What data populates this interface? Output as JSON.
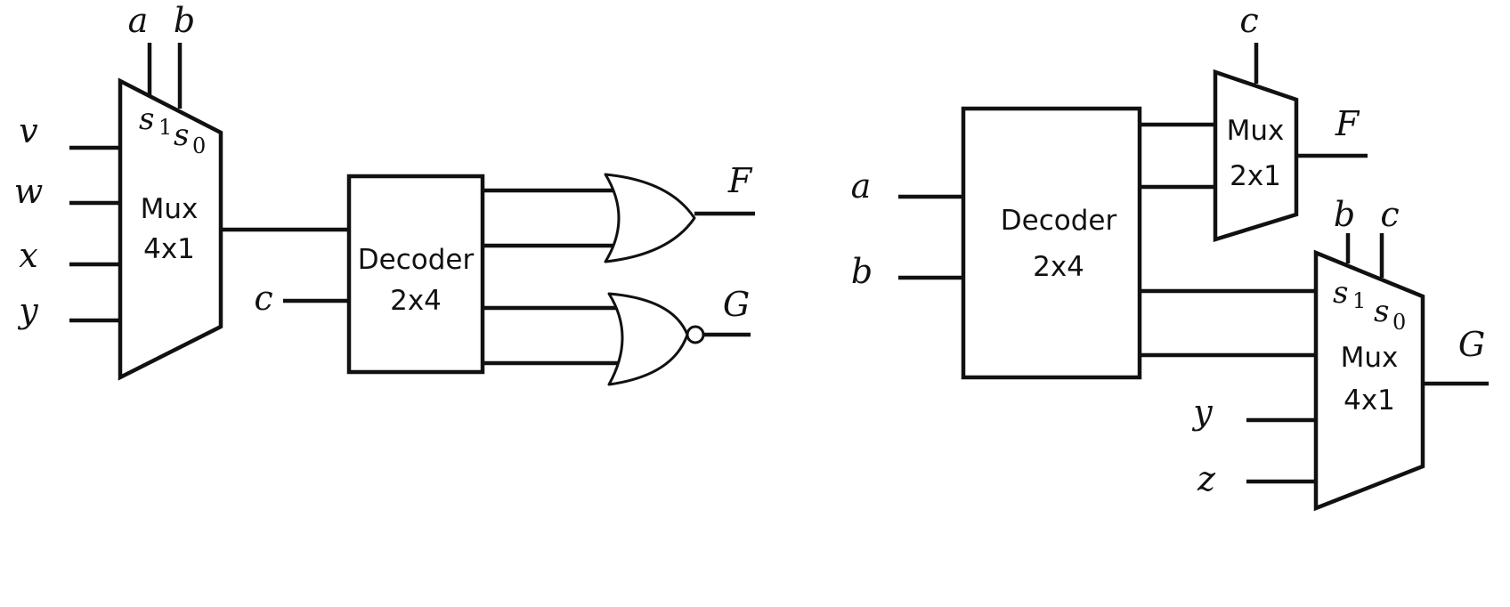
{
  "left_circuit": {
    "mux": {
      "title": "Mux",
      "size": "4x1",
      "sel_hi": "s",
      "sel_hi_sub": "1",
      "sel_lo": "s",
      "sel_lo_sub": "0"
    },
    "mux_select_inputs": [
      "a",
      "b"
    ],
    "mux_data_inputs": [
      "v",
      "w",
      "x",
      "y"
    ],
    "decoder": {
      "title": "Decoder",
      "size": "2x4"
    },
    "decoder_input": "c",
    "outputs": [
      "F",
      "G"
    ]
  },
  "right_circuit": {
    "decoder": {
      "title": "Decoder",
      "size": "2x4"
    },
    "decoder_inputs": [
      "a",
      "b"
    ],
    "mux2": {
      "title": "Mux",
      "size": "2x1"
    },
    "mux2_select": "c",
    "mux4": {
      "title": "Mux",
      "size": "4x1",
      "sel_hi": "s",
      "sel_hi_sub": "1",
      "sel_lo": "s",
      "sel_lo_sub": "0"
    },
    "mux4_select_inputs": [
      "b",
      "c"
    ],
    "mux4_data_inputs": [
      "y",
      "z"
    ],
    "outputs": [
      "F",
      "G"
    ]
  }
}
